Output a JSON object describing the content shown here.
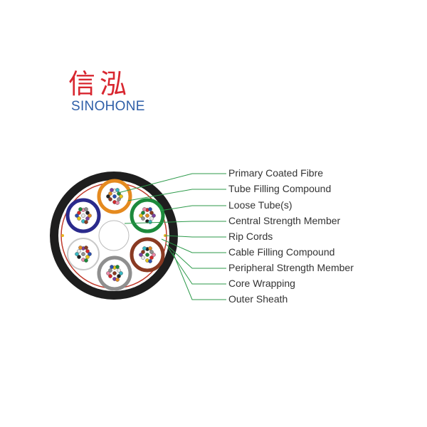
{
  "logo": {
    "chinese": "信泓",
    "english": "SINOHONE"
  },
  "colors": {
    "leader_line": "#2c9a4a",
    "outer_sheath": "#1e1e1e",
    "rip_cord_ring": "#c0392b",
    "logo_chinese": "#d8262f",
    "logo_english": "#2f5fa8",
    "tube_blue": "#2a2a8c",
    "tube_orange": "#e58a1f",
    "tube_green": "#1c8a3c",
    "tube_brown": "#8a3a22",
    "tube_gray": "#8f8f8f",
    "tube_white": "#ffffff"
  },
  "labels": [
    "Primary Coated Fibre",
    "Tube Filling Compound",
    "Loose Tube(s)",
    "Central Strength Member",
    "Rip Cords",
    "Cable Filling Compound",
    "Peripheral Strength Member",
    "Core Wrapping",
    "Outer Sheath"
  ]
}
